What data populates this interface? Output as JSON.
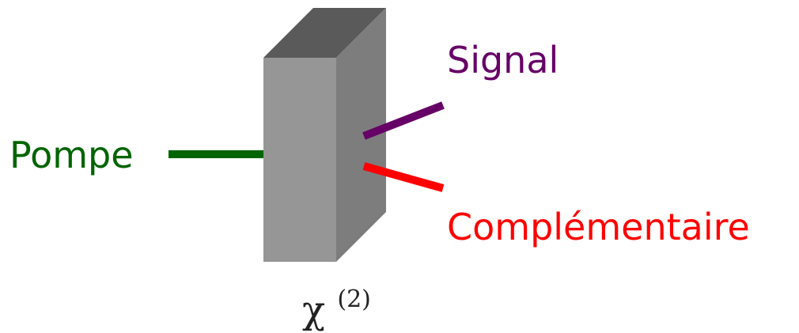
{
  "labels": {
    "pump": "Pompe",
    "signal": "Signal",
    "idler": "Complémentaire",
    "medium_symbol": "χ",
    "medium_order": "(2)"
  },
  "colors": {
    "pump": "#006400",
    "signal": "#660066",
    "idler": "#ff0000",
    "crystal_front": "#969696",
    "crystal_top": "#5a5a5a",
    "crystal_side": "#7d7d7d",
    "symbol": "#222222"
  }
}
